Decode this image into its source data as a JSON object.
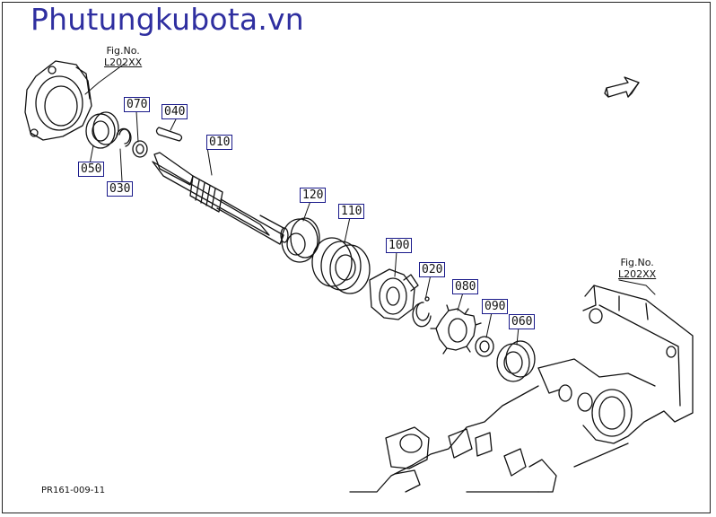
{
  "header": {
    "watermark": "Phutungkubota.vn"
  },
  "fig_refs": [
    {
      "label": "Fig.No.",
      "code": "L202XX"
    },
    {
      "label": "Fig.No.",
      "code": "L202XX"
    }
  ],
  "parts": [
    "010",
    "020",
    "030",
    "040",
    "050",
    "060",
    "070",
    "080",
    "090",
    "100",
    "110",
    "120"
  ],
  "footer": {
    "diagram_code": "PR161-009-11"
  },
  "icons": {
    "direction": "arrow-icon"
  }
}
